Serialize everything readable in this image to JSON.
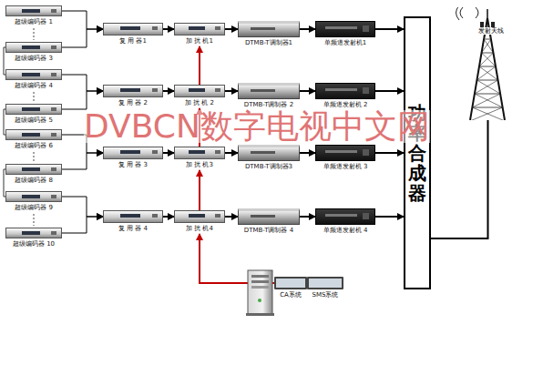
{
  "diagram": {
    "nodes": [
      {
        "text": [
          "超级编码器 1"
        ]
      },
      {
        "text": [
          "超级编码器 3"
        ]
      },
      {
        "text": [
          "超级编码器 4"
        ]
      },
      {
        "text": [
          "超级编码器 5"
        ]
      },
      {
        "text": [
          "超级编码器 6"
        ]
      },
      {
        "text": [
          "超级编码器 8"
        ]
      },
      {
        "text": [
          "超级编码器 9"
        ]
      },
      {
        "text": [
          "超级编码器 10"
        ]
      },
      {
        "text": [
          "复 用 器1"
        ]
      },
      {
        "text": [
          "复 用 器 2"
        ]
      },
      {
        "text": [
          "复 用 器 3"
        ]
      },
      {
        "text": [
          "复 用 器 4"
        ]
      },
      {
        "text": [
          "加 扰 机1"
        ]
      },
      {
        "text": [
          "加 扰 机 2"
        ]
      },
      {
        "text": [
          "加 扰 机3"
        ]
      },
      {
        "text": [
          "加 扰 机4"
        ]
      },
      {
        "text": [
          "DTMB-T调制器1"
        ]
      },
      {
        "text": [
          "DTMB-T调制器 2"
        ]
      },
      {
        "text": [
          "DTMB-T调制器3"
        ]
      },
      {
        "text": [
          "DTMB-T调制器 4"
        ]
      },
      {
        "text": [
          "单频道发射机1"
        ]
      },
      {
        "text": [
          "单频道发射机 2"
        ]
      },
      {
        "text": [
          "单频道发射机 3"
        ]
      },
      {
        "text": [
          "单频道发射机 4"
        ]
      },
      {
        "text": [
          "功率合成器"
        ]
      },
      {
        "text": [
          "发射天线"
        ]
      },
      {
        "text": [
          "CA系统"
        ]
      },
      {
        "text": [
          "SMS系统"
        ]
      }
    ],
    "edges": [
      {
        "from": 0,
        "to": 8,
        "arrow": "to"
      },
      {
        "from": 1,
        "to": 8,
        "arrow": "to"
      },
      {
        "from": 2,
        "to": 9,
        "arrow": "to"
      },
      {
        "from": 3,
        "to": 9,
        "arrow": "to"
      },
      {
        "from": 4,
        "to": 10,
        "arrow": "to"
      },
      {
        "from": 5,
        "to": 10,
        "arrow": "to"
      },
      {
        "from": 6,
        "to": 11,
        "arrow": "to"
      },
      {
        "from": 7,
        "to": 11,
        "arrow": "to"
      },
      {
        "from": 8,
        "to": 12,
        "arrow": "to"
      },
      {
        "from": 9,
        "to": 13,
        "arrow": "to"
      },
      {
        "from": 10,
        "to": 14,
        "arrow": "to"
      },
      {
        "from": 11,
        "to": 15,
        "arrow": "to"
      },
      {
        "from": 12,
        "to": 16,
        "arrow": "to"
      },
      {
        "from": 13,
        "to": 17,
        "arrow": "to"
      },
      {
        "from": 14,
        "to": 18,
        "arrow": "to"
      },
      {
        "from": 15,
        "to": 19,
        "arrow": "to"
      },
      {
        "from": 16,
        "to": 20,
        "arrow": "to"
      },
      {
        "from": 17,
        "to": 21,
        "arrow": "to"
      },
      {
        "from": 18,
        "to": 22,
        "arrow": "to"
      },
      {
        "from": 19,
        "to": 23,
        "arrow": "to"
      },
      {
        "from": 20,
        "to": 24,
        "arrow": "to"
      },
      {
        "from": 21,
        "to": 24,
        "arrow": "to"
      },
      {
        "from": 22,
        "to": 24,
        "arrow": "to"
      },
      {
        "from": 23,
        "to": 24,
        "arrow": "to"
      },
      {
        "from": 24,
        "to": 25,
        "arrow": "none"
      },
      {
        "from": 26,
        "to": 15,
        "arrow": "to"
      },
      {
        "from": 15,
        "to": 14,
        "arrow": "to"
      },
      {
        "from": 14,
        "to": 13,
        "arrow": "to"
      },
      {
        "from": 13,
        "to": 12,
        "arrow": "to"
      }
    ],
    "labels": [
      "DVBCN数字电视中文网"
    ]
  }
}
